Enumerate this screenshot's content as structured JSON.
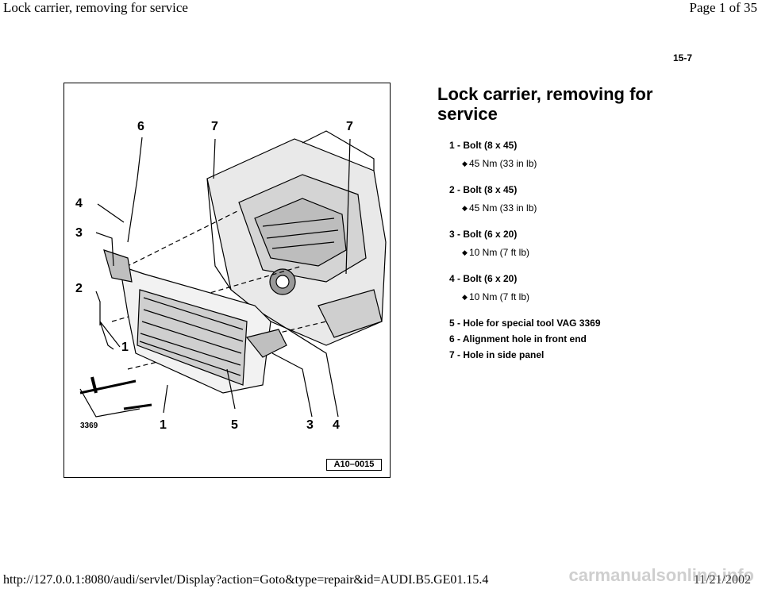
{
  "header": {
    "window_title": "Lock carrier, removing for service",
    "page_counter": "Page 1 of 35"
  },
  "page_number": "15-7",
  "figure": {
    "code": "A10–0015",
    "callouts": [
      "6",
      "7",
      "7",
      "4",
      "3",
      "2",
      "1",
      "3369",
      "1",
      "5",
      "3",
      "4"
    ]
  },
  "title": "Lock carrier, removing for service",
  "items": [
    {
      "label": "1 - Bolt (8 x 45)",
      "spec": "45 Nm (33 in lb)"
    },
    {
      "label": "2 - Bolt (8 x 45)",
      "spec": "45 Nm (33 in lb)"
    },
    {
      "label": "3 - Bolt (6 x 20)",
      "spec": "10 Nm (7 ft lb)"
    },
    {
      "label": "4 - Bolt (6 x 20)",
      "spec": "10 Nm (7 ft lb)"
    },
    {
      "label": "5 - Hole for special tool VAG 3369"
    },
    {
      "label": "6 - Alignment hole in front end"
    },
    {
      "label": "7 - Hole in side panel"
    }
  ],
  "footer": {
    "url": "http://127.0.0.1:8080/audi/servlet/Display?action=Goto&type=repair&id=AUDI.B5.GE01.15.4",
    "date": "11/21/2002",
    "watermark": "carmanualsonline.info"
  }
}
